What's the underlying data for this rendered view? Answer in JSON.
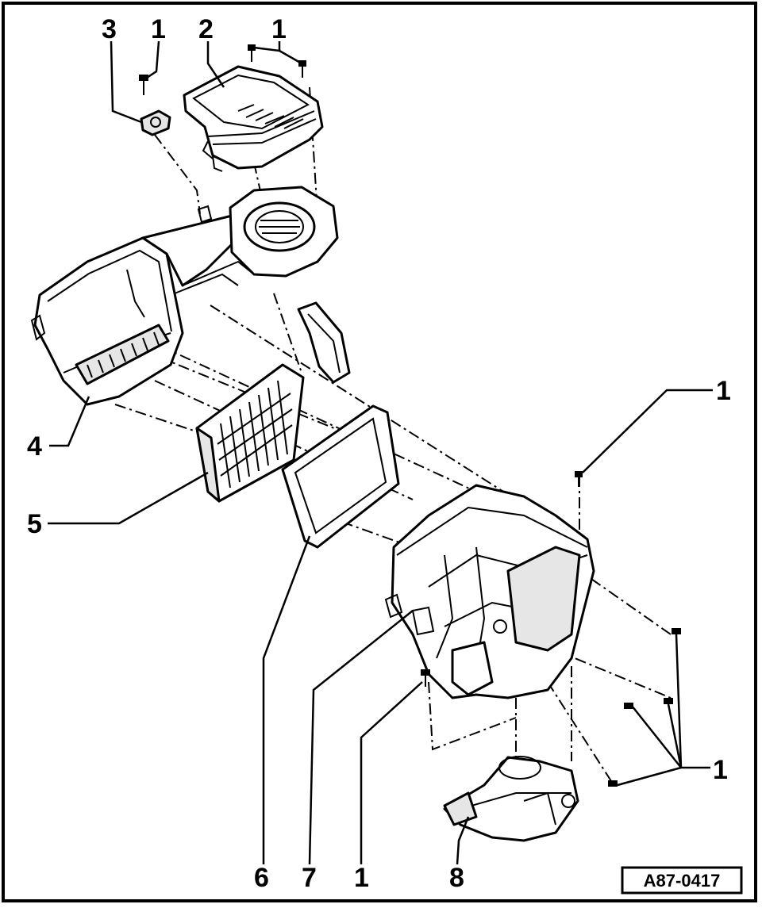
{
  "diagram": {
    "reference_code": "A87-0417",
    "callouts": [
      {
        "id": "c-3",
        "label": "3"
      },
      {
        "id": "c-1a",
        "label": "1"
      },
      {
        "id": "c-2",
        "label": "2"
      },
      {
        "id": "c-1b",
        "label": "1"
      },
      {
        "id": "c-1c",
        "label": "1"
      },
      {
        "id": "c-4",
        "label": "4"
      },
      {
        "id": "c-5",
        "label": "5"
      },
      {
        "id": "c-1d",
        "label": "1"
      },
      {
        "id": "c-6",
        "label": "6"
      },
      {
        "id": "c-7",
        "label": "7"
      },
      {
        "id": "c-1e",
        "label": "1"
      },
      {
        "id": "c-8",
        "label": "8"
      }
    ]
  }
}
